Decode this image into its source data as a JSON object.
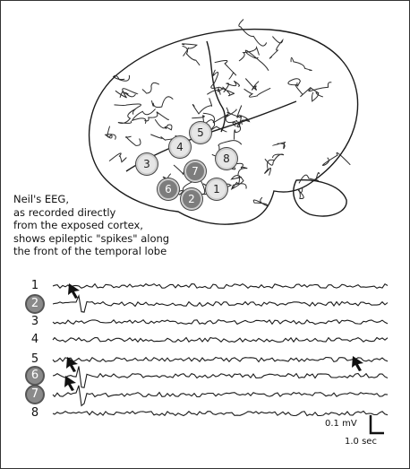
{
  "caption": "Neil's EEG,\nas recorded directly\nfrom the exposed cortex,\nshows epileptic \"spikes\" along\nthe front of the temporal lobe",
  "electrode_markers": [
    {
      "label": "1",
      "style": "light"
    },
    {
      "label": "2",
      "style": "dark"
    },
    {
      "label": "3",
      "style": "light"
    },
    {
      "label": "4",
      "style": "light"
    },
    {
      "label": "5",
      "style": "light"
    },
    {
      "label": "6",
      "style": "dark"
    },
    {
      "label": "7",
      "style": "dark"
    },
    {
      "label": "8",
      "style": "light"
    }
  ],
  "traces": [
    {
      "label": "1",
      "highlighted": false
    },
    {
      "label": "2",
      "highlighted": true
    },
    {
      "label": "3",
      "highlighted": false
    },
    {
      "label": "4",
      "highlighted": false
    },
    {
      "label": "5",
      "highlighted": false
    },
    {
      "label": "6",
      "highlighted": true
    },
    {
      "label": "7",
      "highlighted": true
    },
    {
      "label": "8",
      "highlighted": false
    }
  ],
  "scale": {
    "amplitude": "0.1 mV",
    "time": "1.0 sec"
  },
  "colors": {
    "line": "#1a1a1a",
    "marker_dark": "#7d7d7d",
    "marker_light": "#e6e6e6"
  }
}
